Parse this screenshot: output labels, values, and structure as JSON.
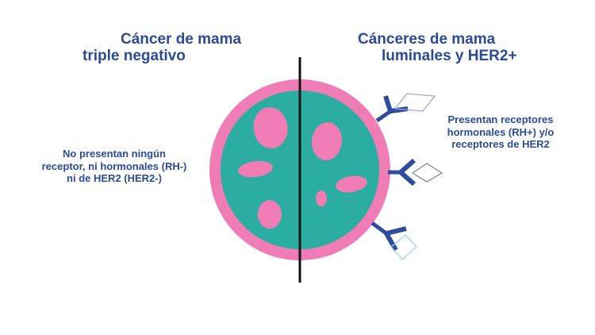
{
  "colors": {
    "text_blue": "#2B4A9B",
    "membrane_pink": "#F07CB5",
    "cytoplasm_teal": "#2BADA1",
    "blob_pink": "#F07CB5",
    "receptor_blue": "#2E4C9E",
    "divider_black": "#121212",
    "ligand_outline_periwinkle": "#98A8D8",
    "ligand_outline_grey": "#6A6A6A",
    "ligand_outline_teal": "#9CD8D4"
  },
  "left_panel": {
    "title_line1": "Cáncer de mama",
    "title_line2": "triple negativo",
    "description": "No presentan ningún\nreceptor, ni hormonales (RH-)\nni de HER2 (HER2-)"
  },
  "right_panel": {
    "title_line1": "Cánceres de mama",
    "title_line2": "luminales y HER2+",
    "description": "Presentan receptores\nhormonales (RH+) y/o\nreceptores de HER2"
  },
  "icons": {
    "cell": "tumor-cell-icon",
    "receptor": "antibody-y-receptor-icon",
    "ligand": "diamond-ligand-outline-icon",
    "divider": "cell-divider-line"
  }
}
